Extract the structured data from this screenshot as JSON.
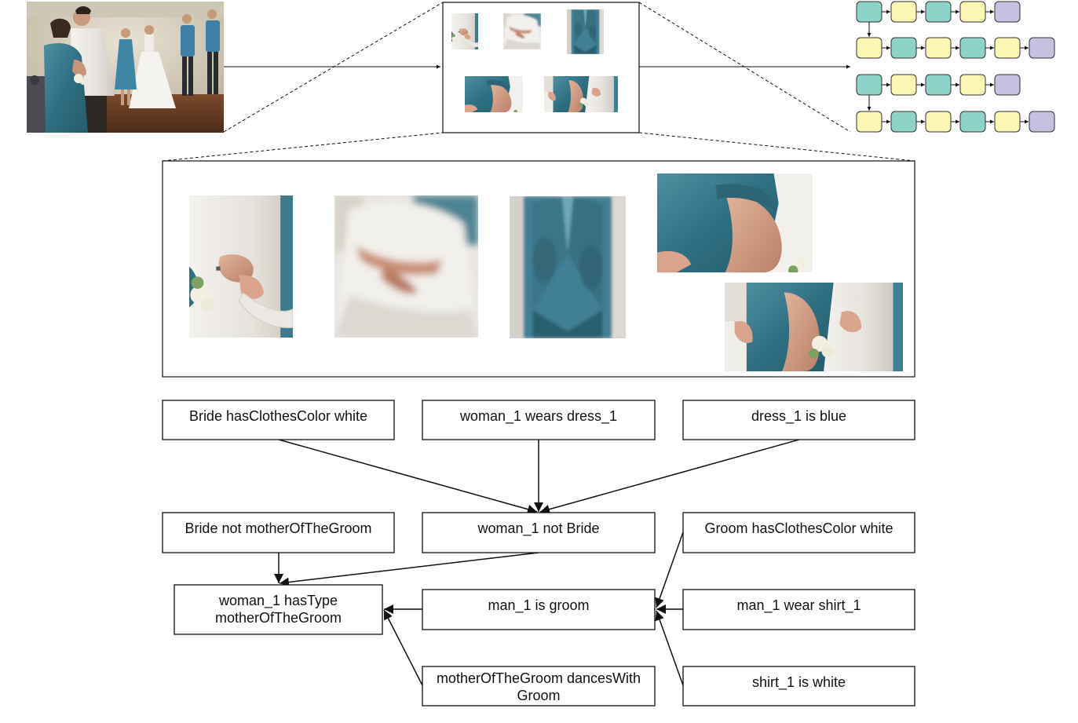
{
  "source_photo": {
    "description_icon": "wedding-photo",
    "subjects": [
      "woman-1",
      "man-1",
      "bride",
      "bridesmaid",
      "groomsman-1",
      "groomsman-2"
    ]
  },
  "crop_thumbnails": [
    {
      "id": "hands-crop",
      "icon": "hands-thumbnail"
    },
    {
      "id": "dress-crop",
      "icon": "wedding-dress-thumbnail"
    },
    {
      "id": "vest-crop",
      "icon": "blue-vest-thumbnail"
    },
    {
      "id": "arm-crop",
      "icon": "blue-dress-arm-thumbnail"
    },
    {
      "id": "dance-crop",
      "icon": "dancing-couple-thumbnail"
    }
  ],
  "sequence_colors": {
    "teal": "#8ed3c8",
    "yellow": "#fbf6b3",
    "lavender": "#c6c1e1",
    "stroke": "#333333"
  },
  "sequences": [
    [
      "teal",
      "yellow",
      "teal",
      "yellow",
      "lavender"
    ],
    [
      "yellow",
      "teal",
      "yellow",
      "teal",
      "yellow",
      "lavender"
    ],
    [
      "teal",
      "yellow",
      "teal",
      "yellow",
      "lavender"
    ],
    [
      "yellow",
      "teal",
      "yellow",
      "teal",
      "yellow",
      "lavender"
    ]
  ],
  "facts": {
    "bride_clothes": "Bride hasClothesColor white",
    "woman_dress": "woman_1 wears dress_1",
    "dress_blue": "dress_1 is blue",
    "bride_not_mother": "Bride not motherOfTheGroom",
    "woman_not_bride": "woman_1 not Bride",
    "groom_clothes": "Groom hasClothesColor white",
    "woman_type_line1": "woman_1 hasType",
    "woman_type_line2": "motherOfTheGroom",
    "man_groom": "man_1 is groom",
    "man_shirt": "man_1 wear shirt_1",
    "dances_line1": "motherOfTheGroom dancesWith",
    "dances_line2": "Groom",
    "shirt_white": "shirt_1 is white"
  }
}
